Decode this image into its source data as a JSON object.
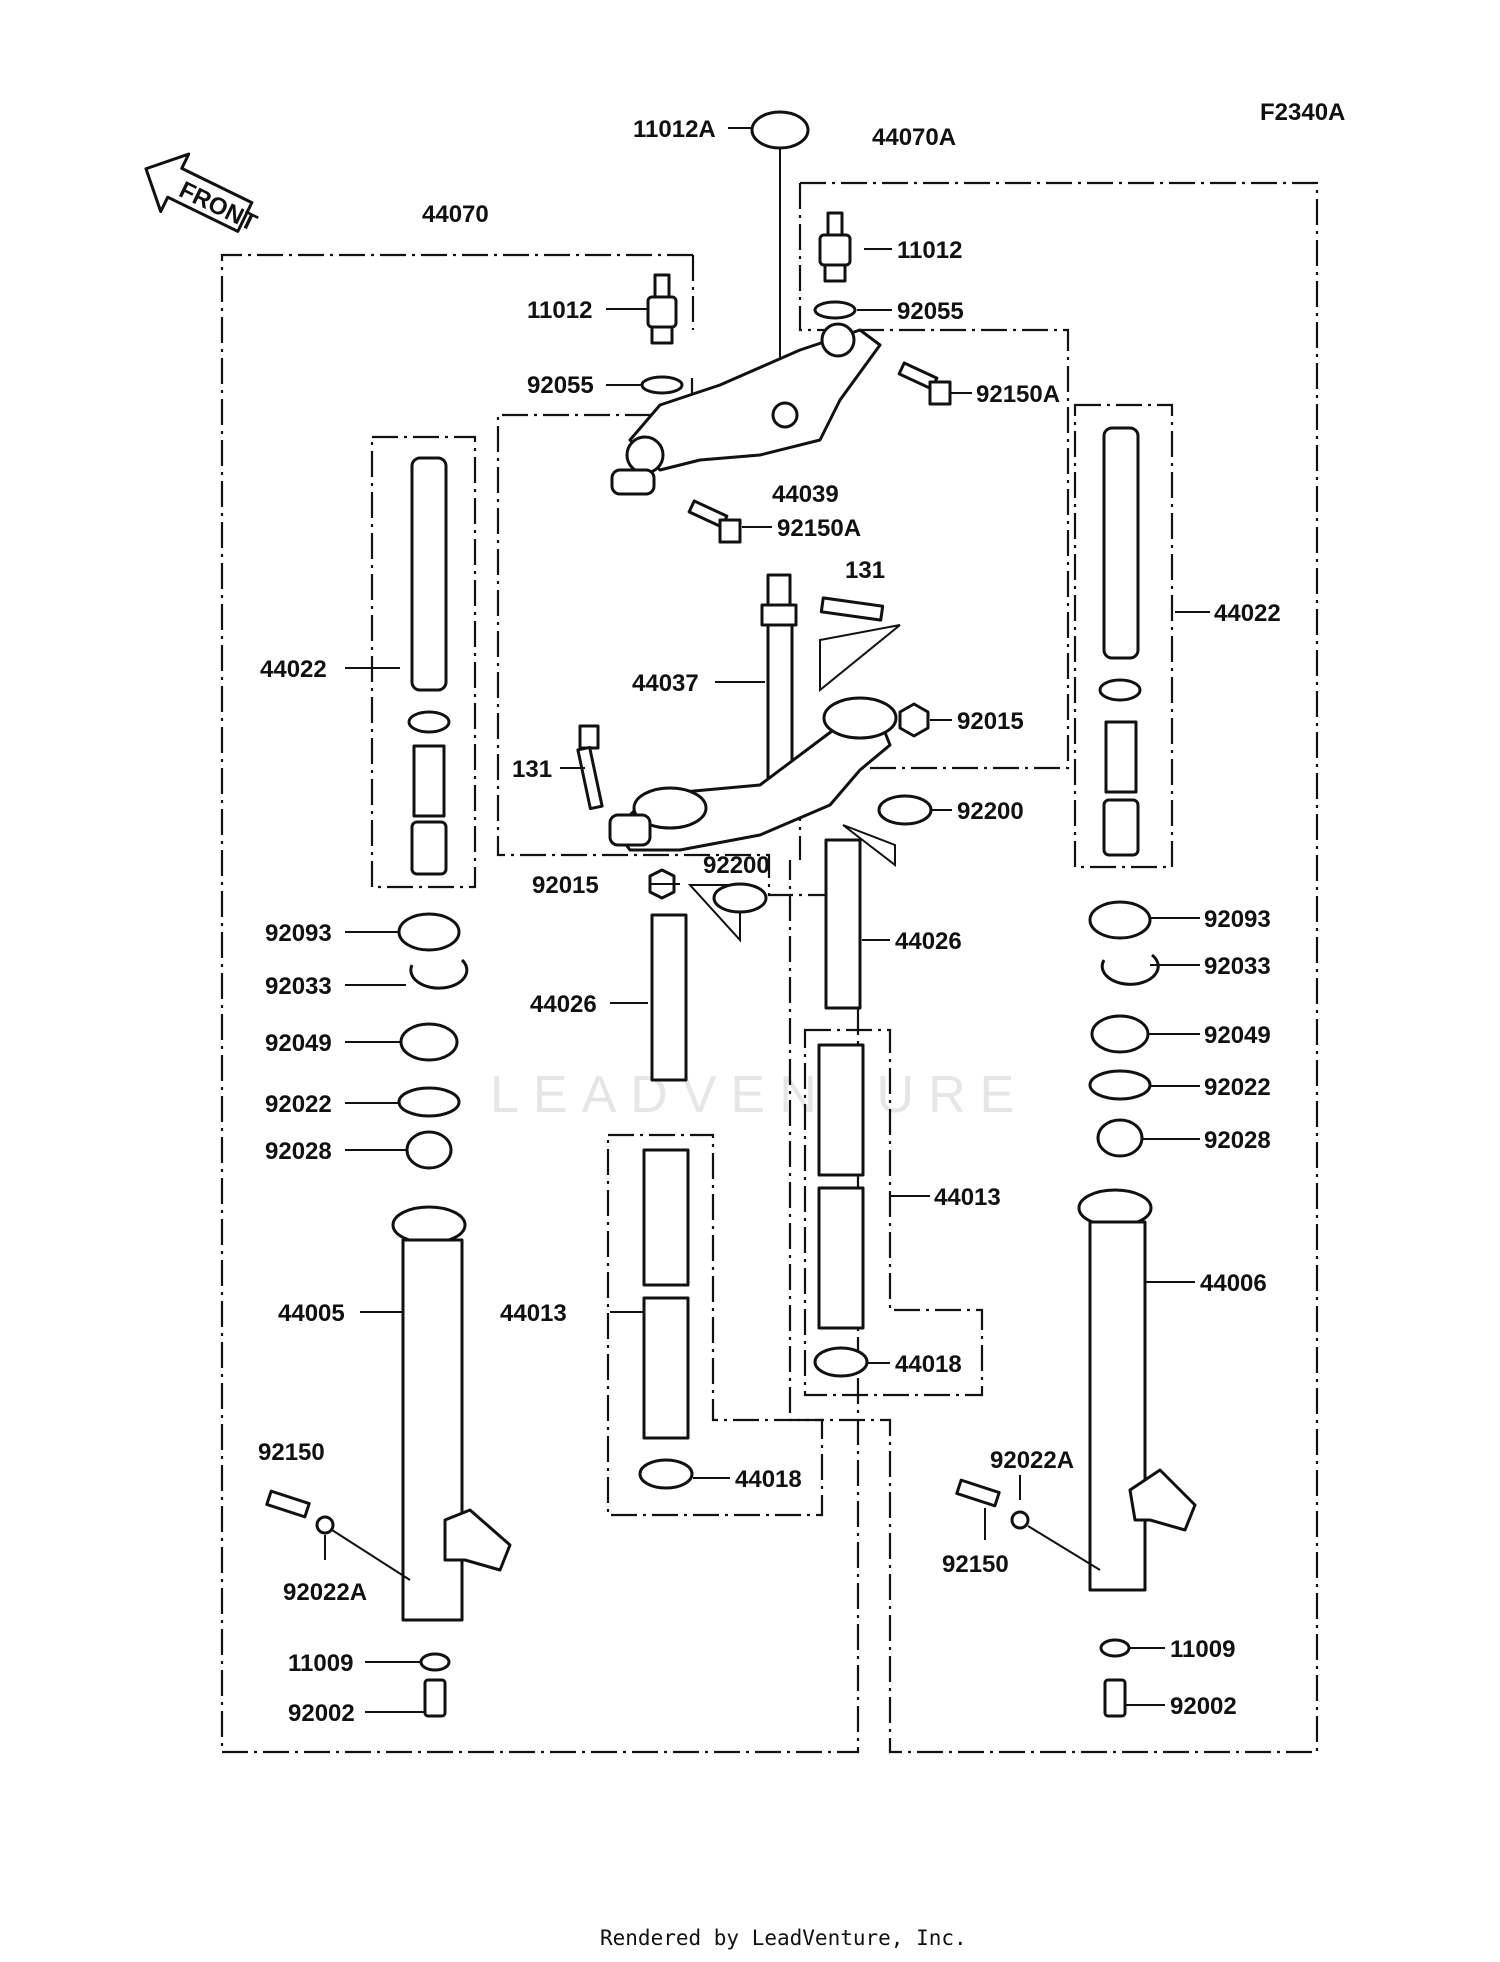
{
  "diagram_code": "F2340A",
  "front_label": "FRONT",
  "watermark": "LEADVENTURE",
  "footer": "Rendered by LeadVenture, Inc.",
  "callouts": {
    "c11012A": "11012A",
    "c44070A": "44070A",
    "c44070": "44070",
    "c11012_l": "11012",
    "c92055_l": "92055",
    "c11012_r": "11012",
    "c92055_r": "92055",
    "c92150A_1": "92150A",
    "c44039": "44039",
    "c92150A_2": "92150A",
    "c131_t": "131",
    "c44037": "44037",
    "c92015_r": "92015",
    "c131_l": "131",
    "c92200_r": "92200",
    "c92200_l": "92200",
    "c92015_l": "92015",
    "c44022_l": "44022",
    "c44022_r": "44022",
    "c44026_r": "44026",
    "c44026_l": "44026",
    "c92093_l": "92093",
    "c92033_l": "92033",
    "c92049_l": "92049",
    "c92022_l": "92022",
    "c92028_l": "92028",
    "c92093_r": "92093",
    "c92033_r": "92033",
    "c92049_r": "92049",
    "c92022_r": "92022",
    "c92028_r": "92028",
    "c44013_r": "44013",
    "c44013_l": "44013",
    "c44018_r": "44018",
    "c44018_l": "44018",
    "c44005": "44005",
    "c44006": "44006",
    "c92150_l": "92150",
    "c92022A_l": "92022A",
    "c92150_r": "92150",
    "c92022A_r": "92022A",
    "c11009_l": "11009",
    "c92002_l": "92002",
    "c11009_r": "11009",
    "c92002_r": "92002"
  }
}
